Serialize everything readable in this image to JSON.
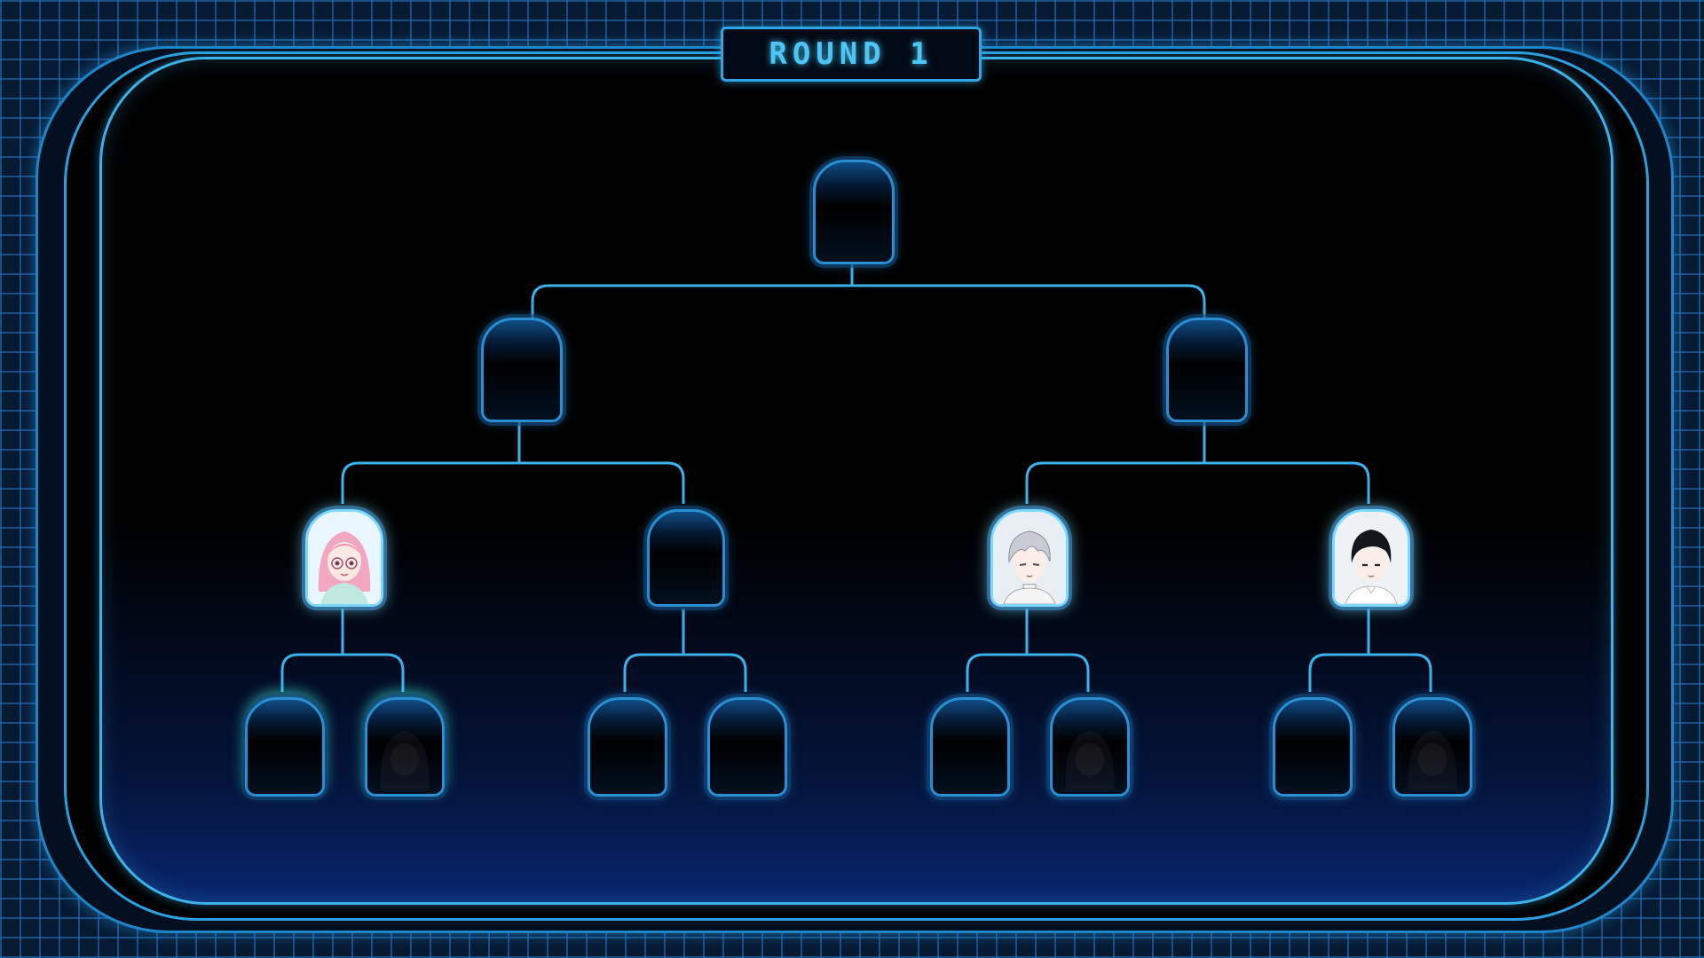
{
  "header": {
    "round_label": "ROUND 1"
  },
  "colors": {
    "line": "#3bb2ea",
    "accent": "#4ec6f5",
    "grid": "#2878c8"
  },
  "bracket": {
    "final": {
      "state": "empty"
    },
    "semis": [
      {
        "state": "empty"
      },
      {
        "state": "empty"
      }
    ],
    "quarters": [
      {
        "state": "filled",
        "character": "pink-haired-girl-with-glasses"
      },
      {
        "state": "empty"
      },
      {
        "state": "filled",
        "character": "silver-haired-boy"
      },
      {
        "state": "filled",
        "character": "black-haired-boy"
      }
    ],
    "round_of_8": [
      {
        "state": "empty"
      },
      {
        "state": "ghost",
        "character": "dark-haired-girl"
      },
      {
        "state": "empty"
      },
      {
        "state": "empty"
      },
      {
        "state": "empty"
      },
      {
        "state": "ghost",
        "character": "dark-haired-girl"
      },
      {
        "state": "empty"
      },
      {
        "state": "ghost",
        "character": "dark-haired-girl"
      }
    ]
  }
}
